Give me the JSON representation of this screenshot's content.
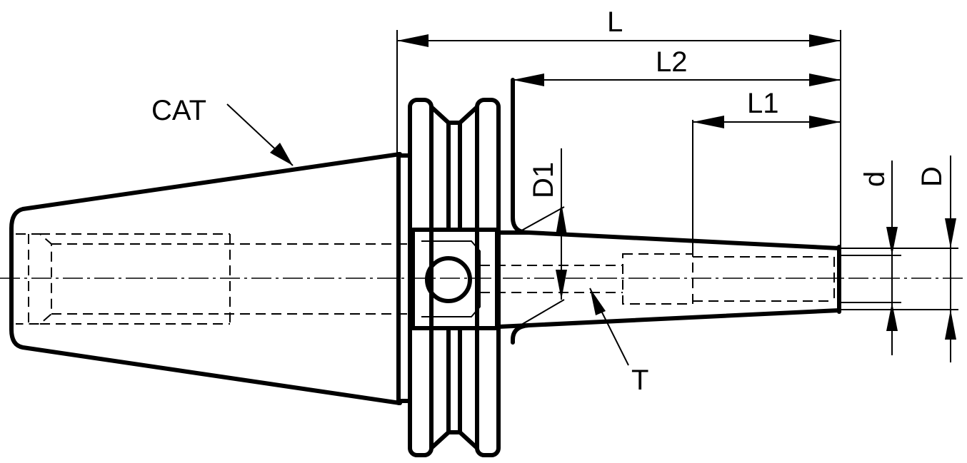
{
  "labels": {
    "overall_length": "L",
    "length_2": "L2",
    "length_1": "L1",
    "nose_diameter": "D1",
    "bore_diameter": "d",
    "outer_diameter": "D",
    "taper": "CAT",
    "set_screw": "T"
  }
}
